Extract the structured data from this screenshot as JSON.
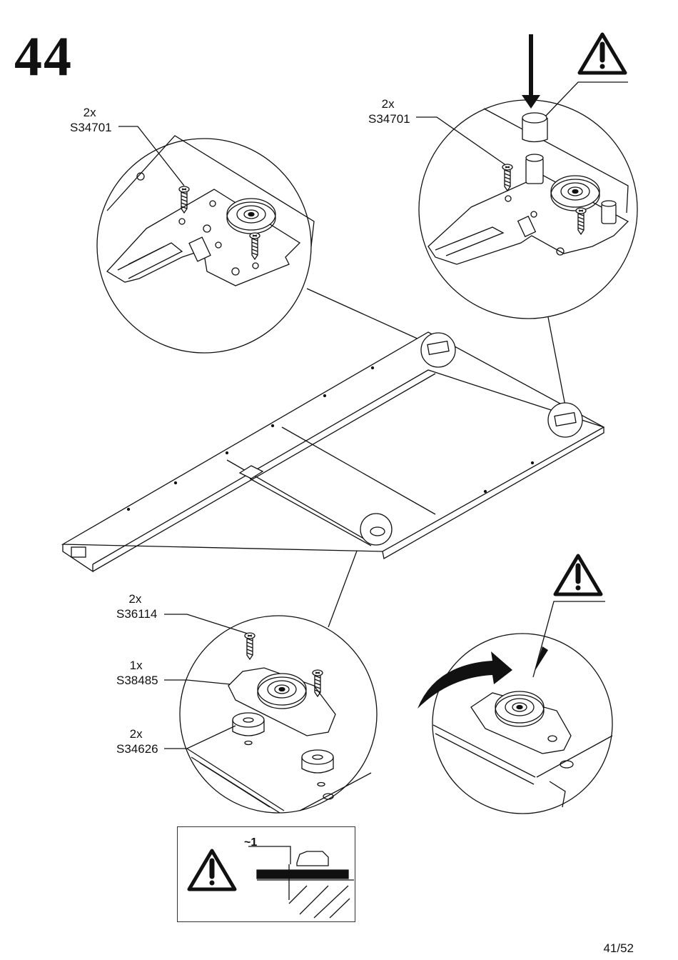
{
  "step": {
    "number": "44"
  },
  "callouts": {
    "top_left": {
      "qty": "2x",
      "part": "S34701"
    },
    "top_right": {
      "qty": "2x",
      "part": "S34701"
    },
    "screw": {
      "qty": "2x",
      "part": "S36114"
    },
    "roller": {
      "qty": "1x",
      "part": "S38485"
    },
    "spacer": {
      "qty": "2x",
      "part": "S34626"
    }
  },
  "note": {
    "gap": "~1"
  },
  "page": {
    "number": "41/52"
  },
  "icons": [
    "warning-icon",
    "arrow-down-icon",
    "curved-arrow-icon"
  ]
}
